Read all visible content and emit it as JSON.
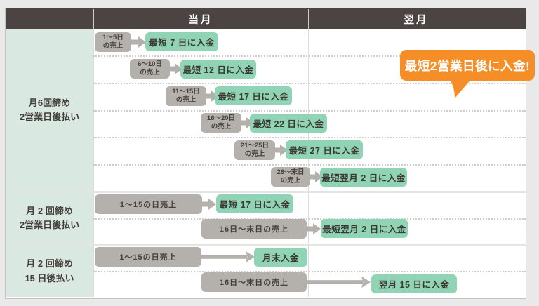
{
  "colors": {
    "header_bg": "#4b4442",
    "sidebar_bg": "#d9e9e1",
    "sales_box_gray": "#b4b0ab",
    "payment_box_teal": "#90d4b5",
    "callout_orange": "#f68e27",
    "text_dark": "#433e3a"
  },
  "header": {
    "current_month": "当月",
    "next_month": "翌月"
  },
  "callout": {
    "text": "最短2営業日後に入金!"
  },
  "sections": [
    {
      "label1": "月6回締め",
      "label2": "2営業日後払い",
      "rows": [
        {
          "sale1": "1〜5日",
          "sale2": "の売上",
          "pay": "最短 7 日に入金"
        },
        {
          "sale1": "6〜10日",
          "sale2": "の売上",
          "pay": "最短 12 日に入金"
        },
        {
          "sale1": "11〜15日",
          "sale2": "の売上",
          "pay": "最短 17 日に入金"
        },
        {
          "sale1": "16〜20日",
          "sale2": "の売上",
          "pay": "最短 22 日に入金"
        },
        {
          "sale1": "21〜25日",
          "sale2": "の売上",
          "pay": "最短 27 日に入金"
        },
        {
          "sale1": "26〜末日",
          "sale2": "の売上",
          "pay": "最短翌月 2 日に入金"
        }
      ]
    },
    {
      "label1": "月 2 回締め",
      "label2": "2営業日後払い",
      "rows": [
        {
          "sale": "1〜15の日売上",
          "pay": "最短 17 日に入金"
        },
        {
          "sale": "16日〜末日の売上",
          "pay": "最短翌月 2 日に入金"
        }
      ]
    },
    {
      "label1": "月 2 回締め",
      "label2": "15 日後払い",
      "rows": [
        {
          "sale": "1〜15の日売上",
          "pay": "月末入金"
        },
        {
          "sale": "16日〜末日の売上",
          "pay": "翌月 15 日に入金"
        }
      ]
    }
  ]
}
